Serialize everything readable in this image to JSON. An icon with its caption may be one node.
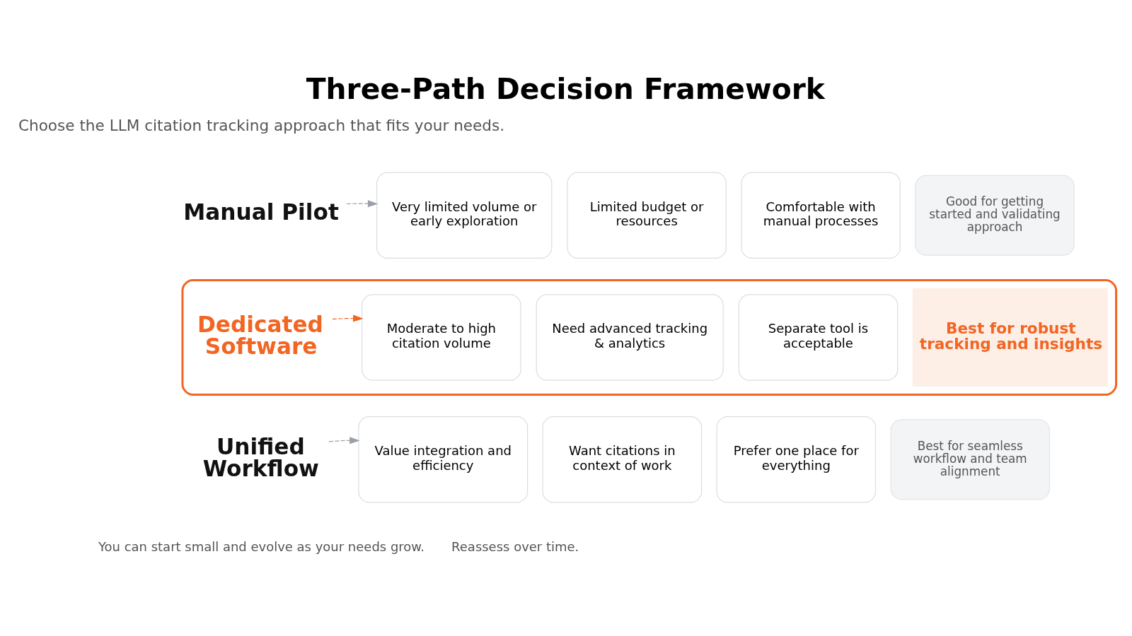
{
  "diagram": {
    "title": "Three-Path Decision Framework",
    "nodes": [
      {
        "text": [
          "Manual Pilot"
        ]
      },
      {
        "text": [
          "Very limited volume or early exploration"
        ]
      },
      {
        "text": [
          "Limited budget or resources"
        ]
      },
      {
        "text": [
          "Comfortable with manual processes"
        ]
      },
      {
        "text": [
          "Good for getting started and validating approach"
        ]
      },
      {
        "text": [],
        "shape": "box"
      },
      {
        "text": [
          "Dedicated Software"
        ],
        "in": 5
      },
      {
        "text": [
          "Moderate to high citation volume"
        ],
        "in": 5
      },
      {
        "text": [
          "Need advanced tracking & analytics"
        ],
        "in": 5
      },
      {
        "text": [
          "Separate tool is acceptable"
        ],
        "in": 5
      },
      {
        "text": [
          "Best for robust tracking and insights"
        ],
        "in": 5
      },
      {
        "text": [
          "Unified Workflow"
        ]
      },
      {
        "text": [
          "Value integration and efficiency"
        ]
      },
      {
        "text": [
          "Want citations in context of work"
        ]
      },
      {
        "text": [
          "Prefer one place for everything"
        ]
      },
      {
        "text": [
          "Best for seamless workflow and team alignment"
        ]
      }
    ],
    "edges": [
      {
        "from": 0,
        "to": 1,
        "arrow": "to",
        "style": "dashed"
      },
      {
        "from": 6,
        "to": 7,
        "arrow": "to",
        "style": "dashed",
        "color": "#f26522"
      },
      {
        "from": 11,
        "to": 12,
        "arrow": "to",
        "style": "dashed"
      }
    ],
    "labels": [
      "Choose the LLM citation tracking approach that fits your needs.",
      "You can start small and evolve as your needs grow.",
      "Reassess over time."
    ]
  }
}
